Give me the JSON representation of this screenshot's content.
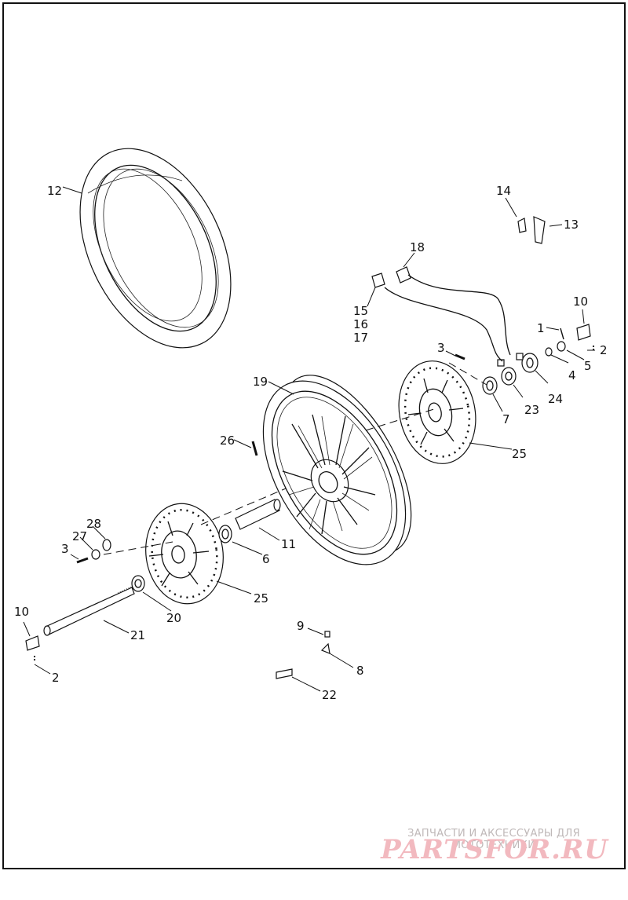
{
  "diagram": {
    "callouts": [
      "1",
      "2",
      "2",
      "3",
      "3",
      "4",
      "5",
      "6",
      "7",
      "8",
      "9",
      "10",
      "10",
      "11",
      "12",
      "13",
      "14",
      "15",
      "16",
      "17",
      "18",
      "19",
      "20",
      "21",
      "22",
      "23",
      "24",
      "25",
      "25",
      "26",
      "27",
      "28"
    ]
  },
  "watermark": {
    "tagline": "ЗАПЧАСТИ И АКСЕССУАРЫ ДЛЯ МОТОТЕХНИКИ",
    "logo": "PARTSFOR.RU"
  }
}
